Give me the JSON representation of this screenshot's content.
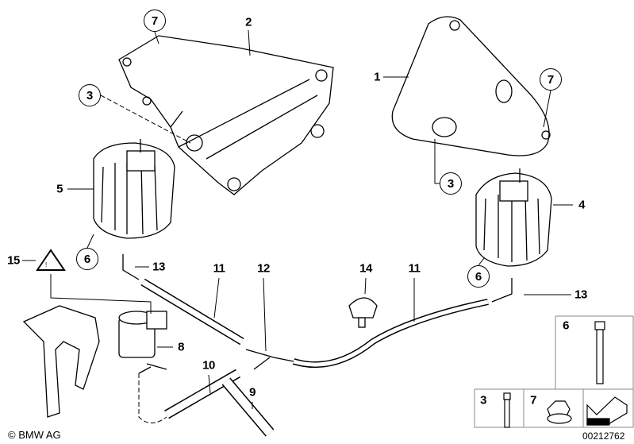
{
  "diagram": {
    "callouts": {
      "c7a": "7",
      "c2": "2",
      "c3a": "3",
      "c1": "1",
      "c7b": "7",
      "c5": "5",
      "c3b": "3",
      "c4": "4",
      "c6a": "6",
      "c15": "15",
      "c13a": "13",
      "c11a": "11",
      "c12": "12",
      "c14": "14",
      "c11b": "11",
      "c6b": "6",
      "c13b": "13",
      "c8": "8",
      "c10": "10",
      "c9": "9"
    },
    "parts_table": {
      "bolt_6": "6",
      "bolt_3": "3",
      "nut_7": "7"
    },
    "copyright": "© BMW AG",
    "diagram_number": "00212762"
  }
}
